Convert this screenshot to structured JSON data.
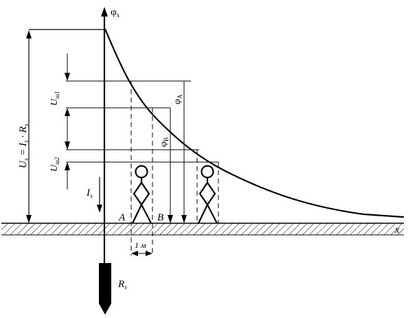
{
  "labels": {
    "phi_axis": "φ",
    "phi_axis_sub": "x",
    "x_axis": "x",
    "u_ground": "U",
    "u_ground_sub": "з",
    "u_ground_eq": " = I",
    "u_ground_eq_sub": "з",
    "u_ground_eq2": " · R",
    "u_ground_eq2_sub": "з",
    "u_step1": "U",
    "u_step1_sub": "ш1",
    "u_step2": "U",
    "u_step2_sub": "ш2",
    "current": "I",
    "current_sub": "з",
    "phi_a": "φ",
    "phi_a_sub": "A",
    "phi_b": "φ",
    "phi_b_sub": "B",
    "point_a": "A",
    "point_b": "B",
    "step_length": "1 м",
    "electrode": "R",
    "electrode_sub": "з"
  }
}
